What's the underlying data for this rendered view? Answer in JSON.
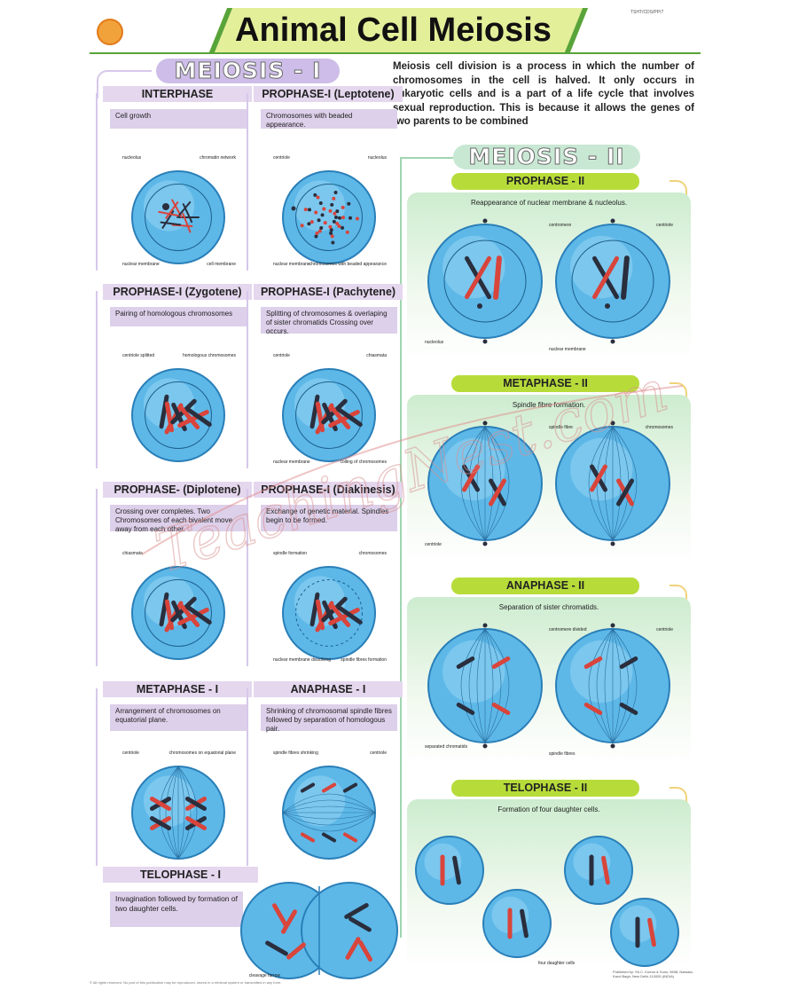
{
  "title": "Animal Cell Meiosis",
  "code": "TSHT/CDS/PP/7",
  "section1": "MEIOSIS - I",
  "section2": "MEIOSIS - II",
  "intro": "Meiosis cell division is a process in which the number of chromosomes in the cell is halved. It only occurs in eukaryotic cells and is a part of a life cycle that involves sexual reproduction. This is because it allows the genes of two parents to be combined",
  "meiosis1": [
    {
      "title": "INTERPHASE",
      "desc": "Cell growth",
      "labels": [
        "nucleolus",
        "chromatin network",
        "nuclear membrane",
        "cell membrane"
      ]
    },
    {
      "title": "PROPHASE-I (Leptotene)",
      "desc": "Chromosomes with beaded appearance.",
      "labels": [
        "centriole",
        "nucleolus",
        "nuclear membrane",
        "chromosomes with beaded appearance"
      ]
    },
    {
      "title": "PROPHASE-I (Zygotene)",
      "desc": "Pairing of homologous chromosomes",
      "labels": [
        "centriole splitted",
        "homologous chromosomes"
      ]
    },
    {
      "title": "PROPHASE-I (Pachytene)",
      "desc": "Splitting of chromosomes & overlaping of sister chromatids Crossing over occurs.",
      "labels": [
        "centriole",
        "chiasmata",
        "nuclear membrane",
        "coiling of chromosomes"
      ]
    },
    {
      "title": "PROPHASE- (Diplotene)",
      "desc": "Crossing over completes. Two Chromosomes of each bivalent move away from each other.",
      "labels": [
        "chiasmata"
      ]
    },
    {
      "title": "PROPHASE-I (Diakinesis)",
      "desc": "Exchange of genetic material. Spindles begin to be formed.",
      "labels": [
        "spindle formation",
        "chromosomes",
        "nuclear membrane dissolving",
        "spindle fibres formation"
      ]
    },
    {
      "title": "METAPHASE - I",
      "desc": "Arrangement of chromosomes on equatorial plane.",
      "labels": [
        "centriole",
        "chromosomes on equatorial plane"
      ]
    },
    {
      "title": "ANAPHASE - I",
      "desc": "Shrinking of chromosomal spindle fibres followed by separation of homologous pair.",
      "labels": [
        "spindle fibres shrinking",
        "centriole"
      ]
    },
    {
      "title": "TELOPHASE - I",
      "desc": "Invagination followed by formation of two daughter cells.",
      "labels": [
        "cleavage furrow"
      ]
    }
  ],
  "meiosis2": [
    {
      "title": "PROPHASE - II",
      "desc": "Reappearance of nuclear membrane & nucleolus.",
      "labels": [
        "centromere",
        "centriole",
        "nucleolus",
        "nuclear membrane"
      ]
    },
    {
      "title": "METAPHASE - II",
      "desc": "Spindle fibre formation.",
      "labels": [
        "spindle fibre",
        "chromosomes",
        "centriole"
      ]
    },
    {
      "title": "ANAPHASE - II",
      "desc": "Separation of sister chromatids.",
      "labels": [
        "centromere divided",
        "centriole",
        "separated chromatids",
        "spindle fibres"
      ]
    },
    {
      "title": "TELOPHASE - II",
      "desc": "Formation of four daughter cells.",
      "labels": [
        "four daughter cells"
      ]
    }
  ],
  "watermark": "TeachingNest.com",
  "publisher": "Published by: Sh.C. Kumar & Sons, 5698, Naiwala, Karol Bagh, New Delhi-110005 (INDIA)",
  "footer": "© All rights reserved. No part of this publication may be reproduced, stored in a retrieval system or transmitted in any form.",
  "colors": {
    "cell": "#5db8e8",
    "cell_edge": "#2a7fb8",
    "red": "#d9443b",
    "dark": "#2a2e3d",
    "green_bar": "#b7dc3a",
    "purple": "#e4d7ee"
  }
}
